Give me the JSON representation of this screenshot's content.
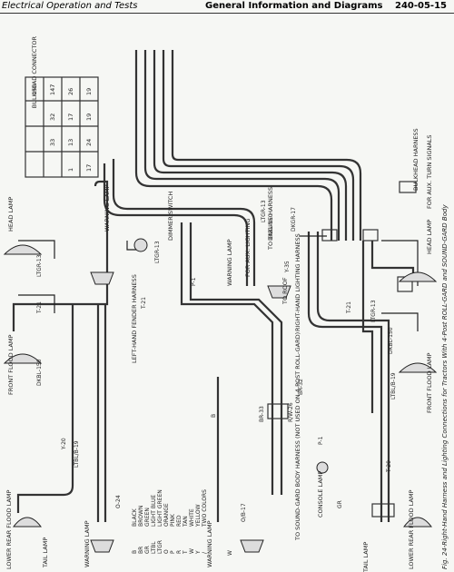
{
  "header": {
    "left": "Electrical Operation and Tests",
    "right": "General Information and Diagrams",
    "page": "240-05-15"
  },
  "caption": "Fig. 24-Right-Hand Harness and Lighting Connections for Tractors With 4-Post ROLL-GARD and SOUND-GARD Body",
  "connector_table": {
    "title": "BULKHEAD CONNECTOR",
    "rows": [
      [
        "150",
        "147",
        "26",
        "19"
      ],
      [
        "",
        "32",
        "17",
        "19"
      ],
      [
        "",
        "33",
        "13",
        "24"
      ],
      [
        "",
        "",
        "1",
        "17"
      ]
    ]
  },
  "legend": [
    {
      "code": "B",
      "name": "BLACK"
    },
    {
      "code": "BR",
      "name": "BROWN"
    },
    {
      "code": "GR",
      "name": "GREEN"
    },
    {
      "code": "LTBL",
      "name": "LIGHT BLUE"
    },
    {
      "code": "LTGR",
      "name": "LIGHT GREEN"
    },
    {
      "code": "O",
      "name": "ORANGE"
    },
    {
      "code": "P",
      "name": "PINK"
    },
    {
      "code": "R",
      "name": "RED"
    },
    {
      "code": "T",
      "name": "TAN"
    },
    {
      "code": "W",
      "name": "WHITE"
    },
    {
      "code": "Y",
      "name": "YELLOW"
    },
    {
      "code": "/",
      "name": "TWO COLORS"
    }
  ],
  "labels": {
    "head_lamp_l": "HEAD LAMP",
    "head_lamp_r": "HEAD LAMP",
    "front_flood_l": "FRONT FLOOD LAMP",
    "front_flood_r": "FRONT FLOOD LAMP",
    "warning_lamp_1": "WARNING LAMP",
    "warning_lamp_2": "WARNING LAMP",
    "warning_lamp_3": "WARNING LAMP",
    "warning_lamp_4": "WARNING LAMP",
    "tail_lamp_l": "TAIL LAMP",
    "tail_lamp_r": "TAIL LAMP",
    "lower_rear_l": "LOWER REAR FLOOD LAMP",
    "lower_rear_r": "LOWER REAR FLOOD LAMP",
    "left_fender": "LEFT-HAND FENDER HARNESS",
    "dimmer": "DIMMER SWITCH",
    "aux_lighting": "FOR AUX. LIGHTING",
    "to_engine": "TO ENGINE HARNESS",
    "rh_lighting": "RIGHT-HAND LIGHTING HARNESS",
    "to_roof": "TO ROOF",
    "bulkhead_harness": "BULKHEAD HARNESS",
    "aux_turn": "FOR AUX. TURN SIGNALS",
    "console_lamp": "CONSOLE LAMP",
    "sound_gard": "TO SOUND-GARD BODY HARNESS (NOT USED ON 4-POST ROLL-GARD)"
  },
  "wires": {
    "ltgr13": "LTGR-13",
    "t21": "T-21",
    "dkbl150": "DKBL-150",
    "y20": "Y-20",
    "ltbl_b19": "LTBL/B-19",
    "p1": "P-1",
    "b": "B",
    "o24": "O-24",
    "dkbl150b": "DKBL-150",
    "y35": "Y-35",
    "br32": "BR-32",
    "rw26": "R/W-26",
    "br33": "BR-33",
    "dkgr17": "DKGR-17",
    "w": "W",
    "gr": "GR",
    "t20": "T-20",
    "o_b17": "O/B-17",
    "ltgr13b": "LTGR-13",
    "ltbl_b19b": "LTBL/B-19",
    "dkbl_y19": "DKBL-150",
    "t21b": "T-21",
    "ltgr13c": "LTGR-13",
    "t21c": "T-21",
    "p1b": "P-1",
    "ltgr13d": "LTGR-13"
  }
}
